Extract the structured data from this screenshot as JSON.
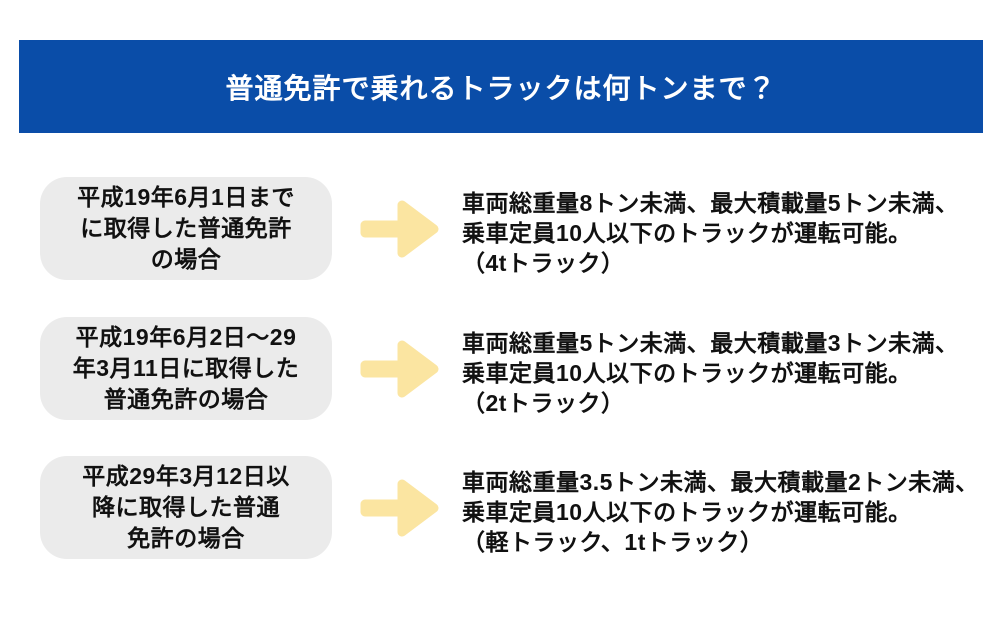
{
  "header": {
    "title": "普通免許で乗れるトラックは何トンまで？"
  },
  "colors": {
    "header_background": "#0A4DA8",
    "header_text": "#FFFFFF",
    "condition_box_background": "#EBEBEB",
    "arrow": "#FBE5A1",
    "body_text": "#111111"
  },
  "rows": [
    {
      "condition_lines": [
        "平成19年6月1日まで",
        "に取得した普通免許",
        "の場合"
      ],
      "result_lines": [
        "車両総重量8トン未満、最大積載量5トン未満、",
        "乗車定員10人以下のトラックが運転可能。",
        "（4tトラック）"
      ]
    },
    {
      "condition_lines": [
        "平成19年6月2日～29",
        "年3月11日に取得した",
        "普通免許の場合"
      ],
      "result_lines": [
        "車両総重量5トン未満、最大積載量3トン未満、",
        "乗車定員10人以下のトラックが運転可能。",
        "（2tトラック）"
      ]
    },
    {
      "condition_lines": [
        "平成29年3月12日以",
        "降に取得した普通",
        "免許の場合"
      ],
      "result_lines": [
        "車両総重量3.5トン未満、最大積載量2トン未満、",
        "乗車定員10人以下のトラックが運転可能。",
        "（軽トラック、1tトラック）"
      ]
    }
  ]
}
